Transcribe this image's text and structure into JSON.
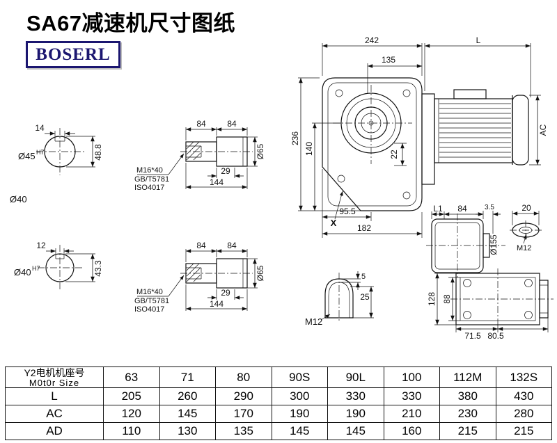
{
  "header": {
    "title": "SA67减速机尺寸图纸",
    "logo": "BOSERL"
  },
  "end_view_top": {
    "key_width": "14",
    "dia": "Ø45",
    "tol": "H7",
    "overall": "48.8"
  },
  "label_dia40": "Ø40",
  "end_view_bottom": {
    "key_width": "12",
    "dia": "Ø40",
    "tol": "H7",
    "overall": "43.3"
  },
  "shaft_top": {
    "seg_a": "84",
    "seg_b": "84",
    "key_len": "29",
    "total_len": "144",
    "dia": "Ø65",
    "thread": "M16*40",
    "std_gb": "GB/T5781",
    "std_iso": "ISO4017"
  },
  "shaft_bottom": {
    "seg_a": "84",
    "seg_b": "84",
    "key_len": "29",
    "total_len": "144",
    "dia": "Ø65",
    "thread": "M16*40",
    "std_gb": "GB/T5781",
    "std_iso": "ISO4017"
  },
  "main_view": {
    "width": "242",
    "motor_len": "L",
    "depth": "135",
    "height": "236",
    "axis_height": "140",
    "flange": "22",
    "to_axis": "95.5",
    "slant": "X",
    "base": "182",
    "motor_dia": "AC"
  },
  "side_view": {
    "l1": "L1",
    "d84": "84",
    "d3_5": "3.5",
    "d20": "20",
    "dia": "Ø155",
    "thread": "M12"
  },
  "bottom_view": {
    "h128": "128",
    "h88": "88",
    "w71_5": "71.5",
    "w80_5": "80.5"
  },
  "keyway_detail": {
    "d5": "5",
    "d25": "25",
    "thread": "M12"
  },
  "table": {
    "row_header_cn": "Y2电机机座号",
    "row_header_en": "M0t0r Size",
    "sizes": [
      "63",
      "71",
      "80",
      "90S",
      "90L",
      "100",
      "112M",
      "132S"
    ],
    "rows": [
      {
        "label": "L",
        "values": [
          "205",
          "260",
          "290",
          "300",
          "330",
          "330",
          "380",
          "430"
        ]
      },
      {
        "label": "AC",
        "values": [
          "120",
          "145",
          "170",
          "190",
          "190",
          "210",
          "230",
          "280"
        ]
      },
      {
        "label": "AD",
        "values": [
          "110",
          "130",
          "135",
          "145",
          "145",
          "160",
          "215",
          "215"
        ]
      }
    ]
  }
}
